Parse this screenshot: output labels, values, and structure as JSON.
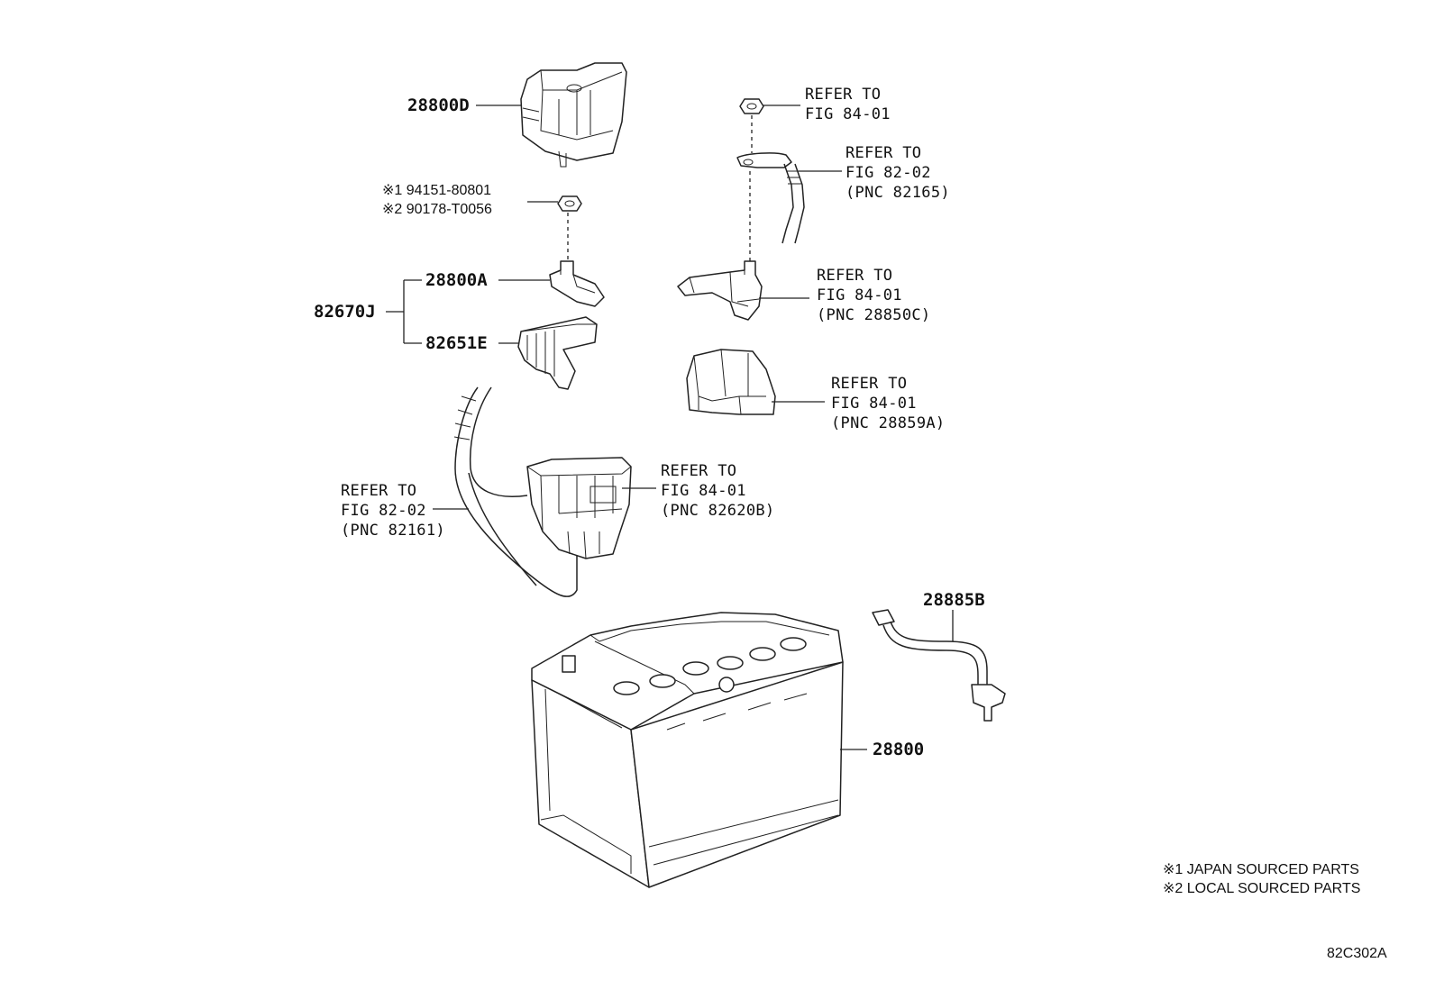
{
  "parts": {
    "p28800D": "28800D",
    "nut_line1": "※1 94151-80801",
    "nut_line2": "※2 90178-T0056",
    "p28800A": "28800A",
    "p82670J": "82670J",
    "p82651E": "82651E",
    "p28885B": "28885B",
    "p28800": "28800"
  },
  "refs": {
    "nut_top": {
      "line1": "REFER TO",
      "line2": "FIG 84-01"
    },
    "cable_top": {
      "line1": "REFER TO",
      "line2": "FIG 82-02",
      "line3": "(PNC 82165)"
    },
    "clamp_right": {
      "line1": "REFER TO",
      "line2": "FIG 84-01",
      "line3": "(PNC 28850C)"
    },
    "cover_right": {
      "line1": "REFER TO",
      "line2": "FIG 84-01",
      "line3": "(PNC 28859A)"
    },
    "fuse_block": {
      "line1": "REFER TO",
      "line2": "FIG 84-01",
      "line3": "(PNC 82620B)"
    },
    "cable_left": {
      "line1": "REFER TO",
      "line2": "FIG 82-02",
      "line3": "(PNC 82161)"
    }
  },
  "notes": {
    "note1": "※1 JAPAN SOURCED PARTS",
    "note2": "※2 LOCAL SOURCED PARTS"
  },
  "figure_code": "82C302A"
}
